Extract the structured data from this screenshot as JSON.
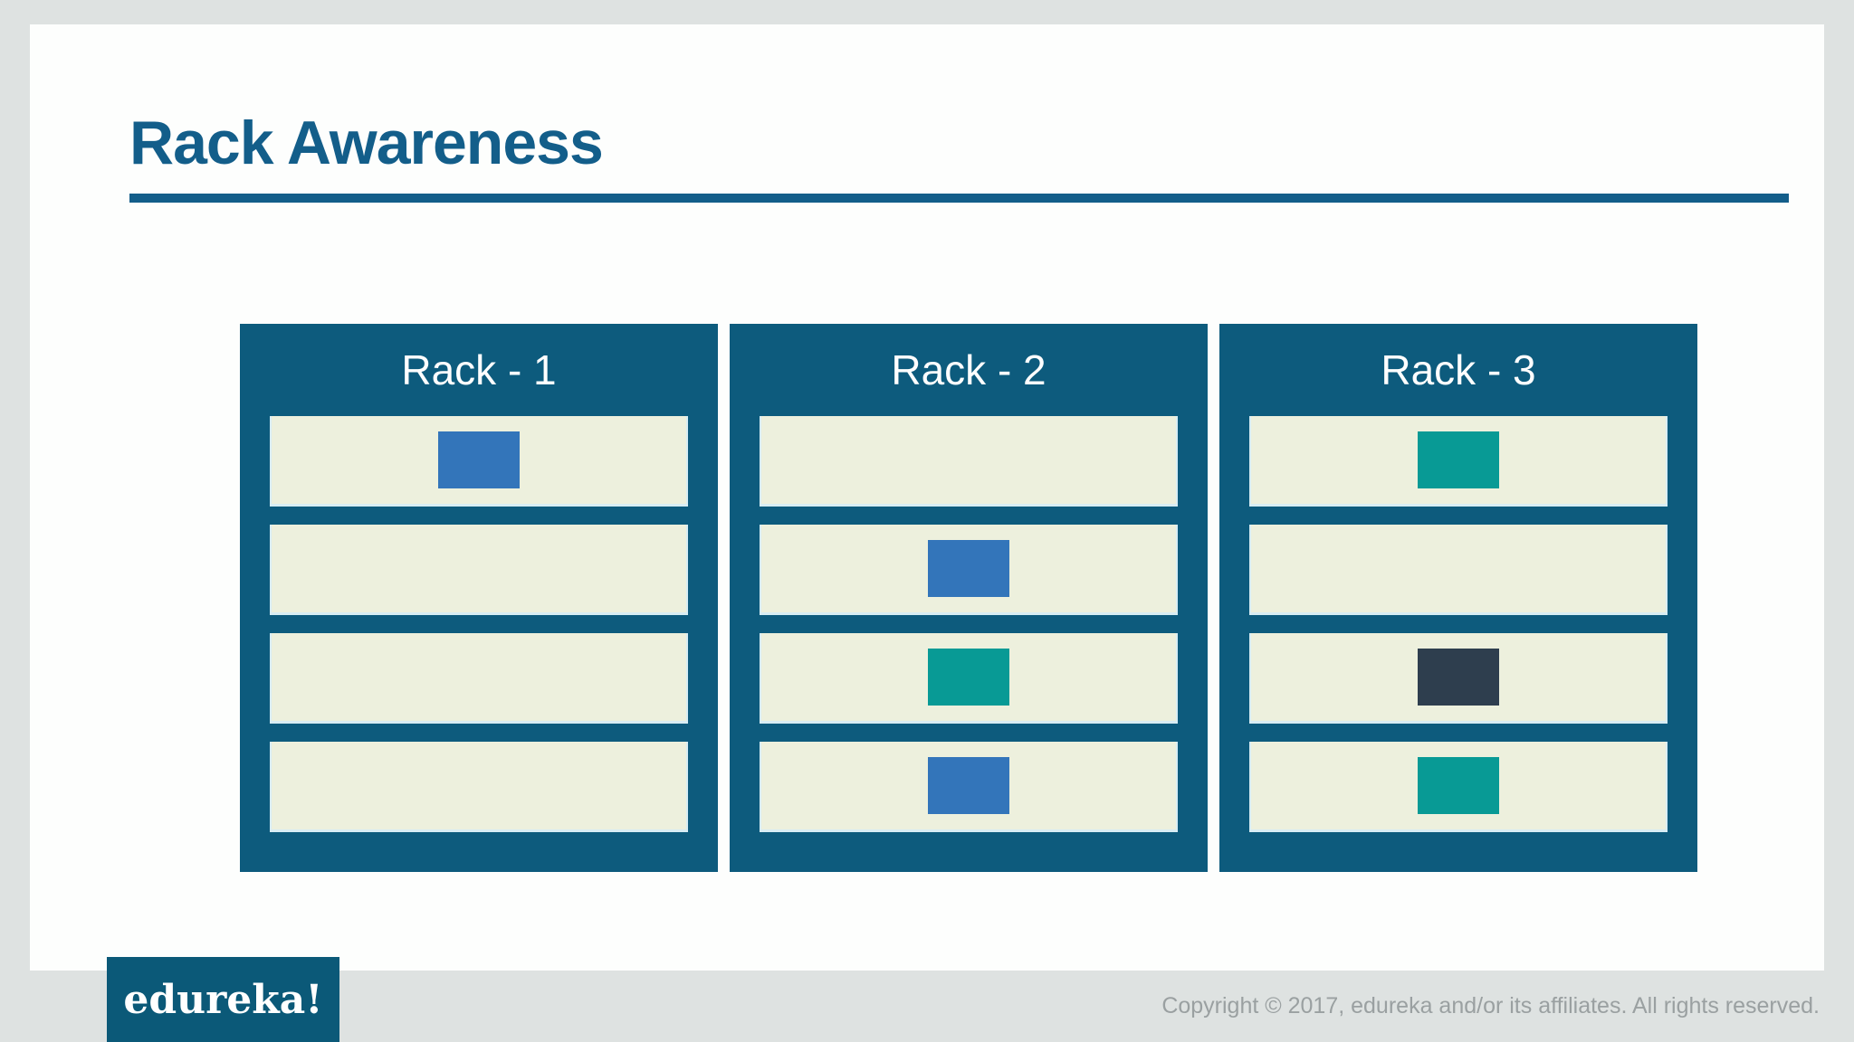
{
  "page": {
    "title": "Rack Awareness"
  },
  "racks": [
    {
      "label": "Rack - 1",
      "slots": [
        "blue",
        null,
        null,
        null
      ]
    },
    {
      "label": "Rack - 2",
      "slots": [
        null,
        "blue",
        "teal",
        "blue"
      ]
    },
    {
      "label": "Rack - 3",
      "slots": [
        "teal",
        null,
        "navy",
        "teal"
      ]
    }
  ],
  "block_colors": {
    "blue": "#3375ba",
    "teal": "#089a95",
    "navy": "#2e3e4e"
  },
  "theme": {
    "accent": "#135e8a",
    "rack_bg": "#0d5b7d",
    "slot_bg": "#edf0dd",
    "slot_edge": "#d8edf4",
    "page_bg": "#dee2e1",
    "card_bg": "#fdfefd",
    "copyright_text_color": "#9aa0a1"
  },
  "footer": {
    "logo_text": "edureka!",
    "copyright": "Copyright © 2017, edureka and/or its affiliates. All rights reserved."
  }
}
